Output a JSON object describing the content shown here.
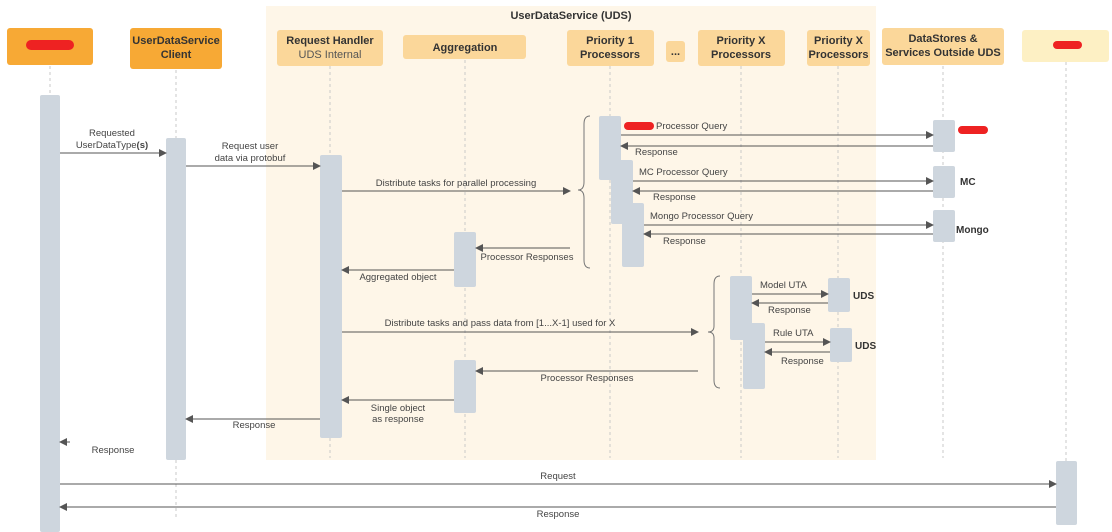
{
  "diagram": {
    "region_title": "UserDataService (UDS)",
    "participants": {
      "client_app": {
        "label": "",
        "color": "#f7a935",
        "redacted": true
      },
      "uds_client": {
        "line1": "UserDataService",
        "line2": "Client",
        "color": "#f7a935"
      },
      "request_handler": {
        "line1": "Request Handler",
        "line2": "UDS Internal",
        "color": "#fbd79a"
      },
      "aggregation": {
        "line1": "Aggregation",
        "color": "#fbd79a"
      },
      "priority1": {
        "line1": "Priority 1",
        "line2": "Processors",
        "color": "#fbd79a"
      },
      "ellipsis": {
        "line1": "...",
        "color": "#fbd79a"
      },
      "priorityx_a": {
        "line1": "Priority X",
        "line2": "Processors",
        "color": "#fbd79a"
      },
      "priorityx_b": {
        "line1": "Priority X",
        "line2": "Processors",
        "color": "#fbd79a"
      },
      "datastores": {
        "line1": "DataStores &",
        "line2": "Services Outside UDS",
        "color": "#fbd79a"
      },
      "external": {
        "label": "",
        "color": "#fdf0c4",
        "redacted": true
      }
    },
    "messages": {
      "requested_line1": "Requested",
      "requested_line2a": "UserDataType",
      "requested_line2b": "(s)",
      "request_user_line1": "Request user",
      "request_user_line2": "data via protobuf",
      "distribute_parallel": "Distribute tasks for parallel processing",
      "redacted_processor_query": "Processor Query",
      "response": "Response",
      "mc_processor_query": "MC Processor Query",
      "mongo_processor_query": "Mongo Processor Query",
      "processor_responses": "Processor Responses",
      "aggregated_object": "Aggregated object",
      "distribute_pass": "Distribute tasks and pass data from [1...X-1] used for X",
      "model_uta": "Model UTA",
      "rule_uta": "Rule UTA",
      "single_object_line1": "Single object",
      "single_object_line2": "as response",
      "request": "Request"
    },
    "store_labels": {
      "mc": "MC",
      "mongo": "Mongo",
      "uds1": "UDS",
      "uds2": "UDS"
    },
    "colors": {
      "region_bg": "#fef6e8",
      "activation": "#ced6de",
      "arrow": "#555555",
      "redaction": "#ee2222"
    }
  }
}
